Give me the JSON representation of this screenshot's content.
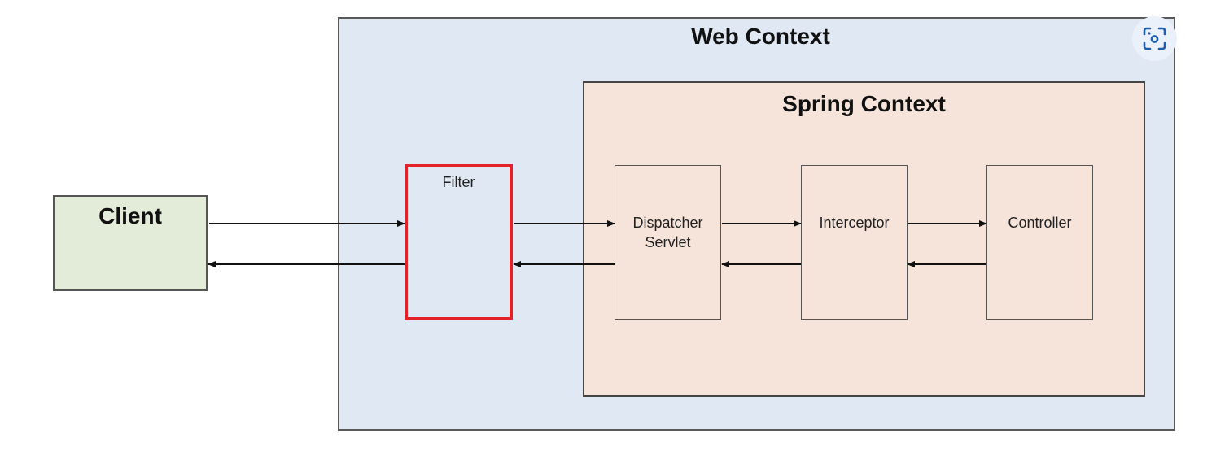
{
  "diagram": {
    "web_context": {
      "title": "Web Context",
      "fill": "#dfe8f3"
    },
    "spring_context": {
      "title": "Spring Context",
      "fill": "#f6e4da"
    },
    "client": {
      "label": "Client",
      "fill": "#e3ebd9"
    },
    "filter": {
      "label": "Filter",
      "highlight_color": "#e3222a"
    },
    "components": [
      {
        "id": "dispatcher",
        "line1": "Dispatcher",
        "line2": "Servlet"
      },
      {
        "id": "interceptor",
        "line1": "Interceptor",
        "line2": ""
      },
      {
        "id": "controller",
        "line1": "Controller",
        "line2": ""
      }
    ],
    "flows": [
      {
        "from": "Client",
        "to": "Filter",
        "direction": "request"
      },
      {
        "from": "Filter",
        "to": "Dispatcher Servlet",
        "direction": "request"
      },
      {
        "from": "Dispatcher Servlet",
        "to": "Interceptor",
        "direction": "request"
      },
      {
        "from": "Interceptor",
        "to": "Controller",
        "direction": "request"
      },
      {
        "from": "Controller",
        "to": "Interceptor",
        "direction": "response"
      },
      {
        "from": "Interceptor",
        "to": "Dispatcher Servlet",
        "direction": "response"
      },
      {
        "from": "Dispatcher Servlet",
        "to": "Filter",
        "direction": "response"
      },
      {
        "from": "Filter",
        "to": "Client",
        "direction": "response"
      }
    ]
  },
  "overlay": {
    "lens_button_icon": "visual-search-icon"
  }
}
